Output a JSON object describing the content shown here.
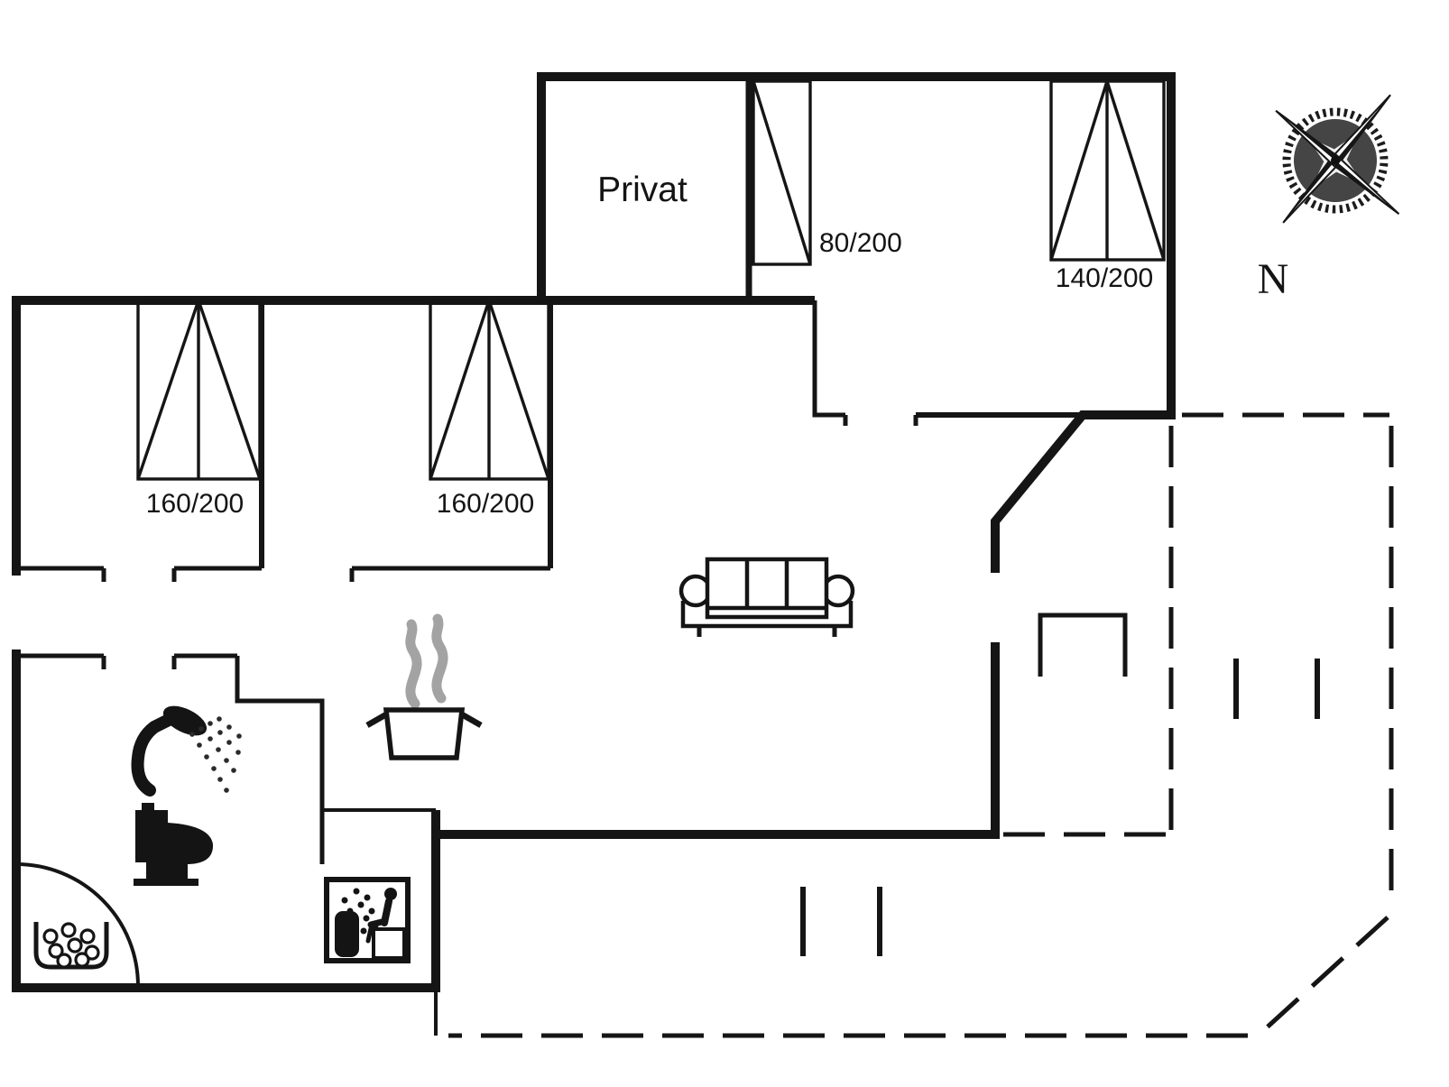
{
  "floor_plan": {
    "room_label": "Privat",
    "beds": [
      {
        "name": "single-bed",
        "label": "80/200"
      },
      {
        "name": "double-bed",
        "label": "140/200"
      },
      {
        "name": "double-bed",
        "label": "160/200"
      },
      {
        "name": "double-bed",
        "label": "160/200"
      }
    ],
    "compass": {
      "direction_label": "N"
    },
    "icons": [
      "compass-rose-icon",
      "sofa-icon",
      "cooking-pot-icon",
      "steam-icon",
      "shower-icon",
      "toilet-icon",
      "sink-bubbles-icon",
      "sauna-icon",
      "terrace-table-icon",
      "door-swing-arc"
    ],
    "colors": {
      "wall": "#151515",
      "steam": "#a3a3a3",
      "background": "#ffffff"
    }
  }
}
